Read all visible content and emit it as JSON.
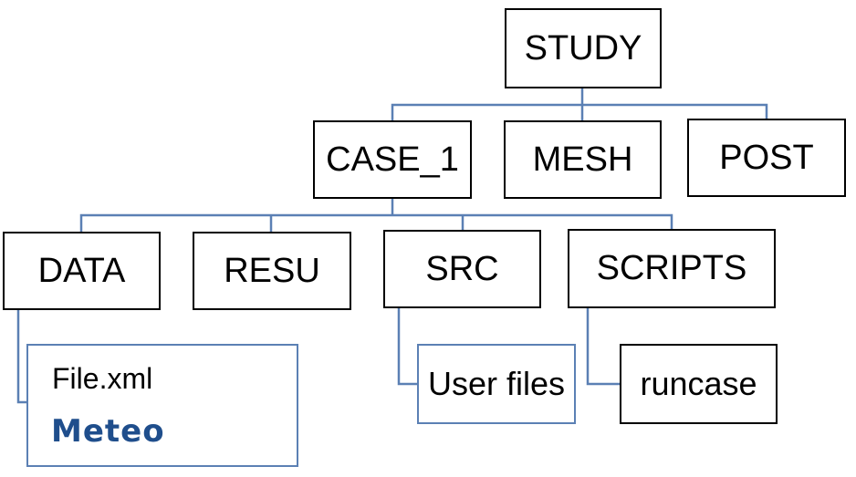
{
  "tree": {
    "root": "STUDY",
    "level1": [
      "CASE_1",
      "MESH",
      "POST"
    ],
    "level2": [
      "DATA",
      "RESU",
      "SRC",
      "SCRIPTS"
    ],
    "data_box": {
      "file": "File.xml",
      "logo": "Meteo"
    },
    "src_child": "User files",
    "scripts_child": "runcase"
  },
  "colors": {
    "connector": "#5b80b4",
    "node_border": "#000000",
    "logo_text": "#1f4e8c"
  }
}
